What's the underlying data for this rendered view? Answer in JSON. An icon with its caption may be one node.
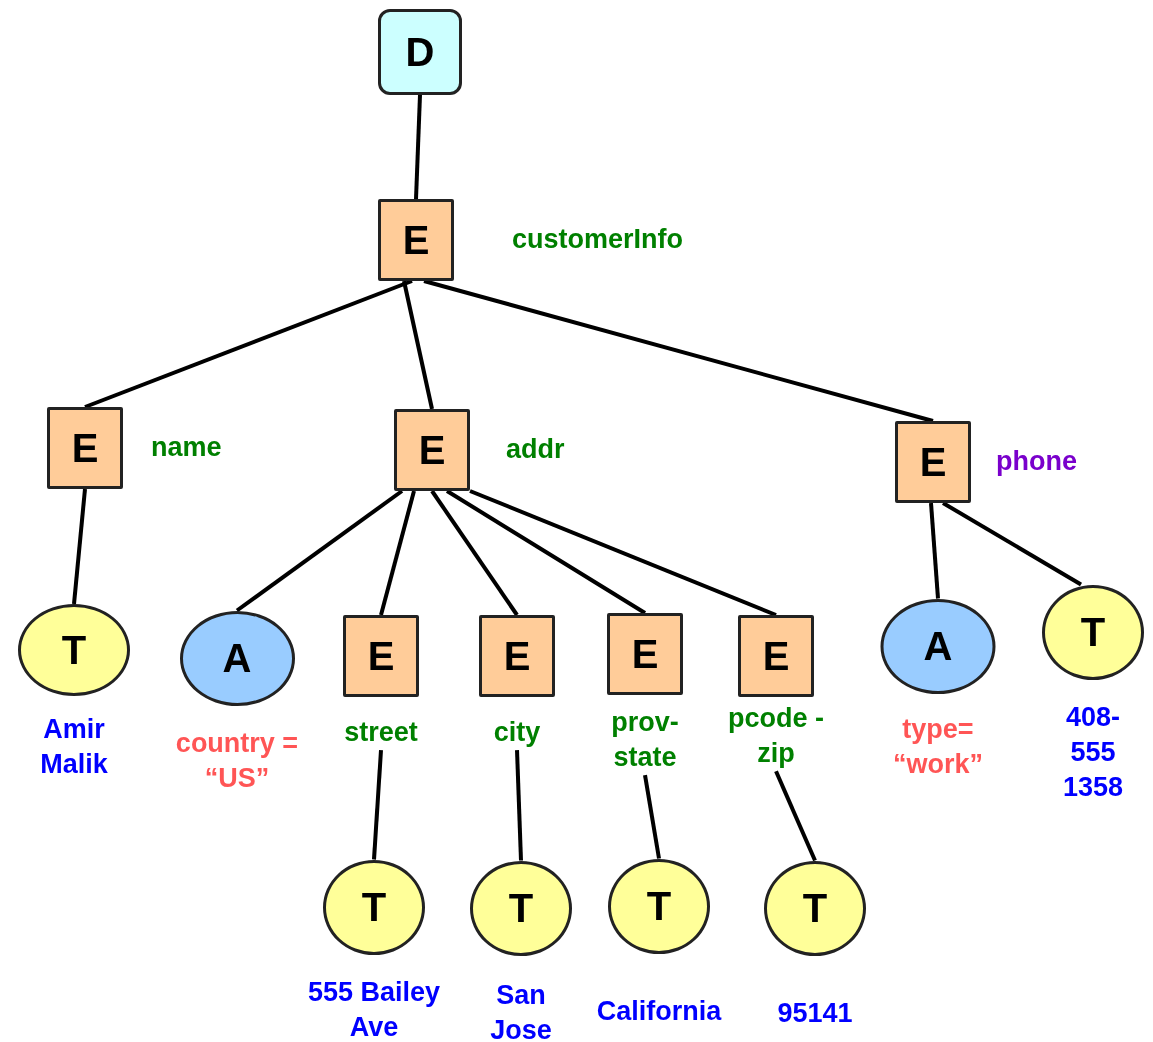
{
  "diagram": {
    "nodes": [
      {
        "text": [
          "D"
        ]
      },
      {
        "text": [
          "E"
        ],
        "beside": [
          "customerInfo"
        ]
      },
      {
        "text": [
          "E"
        ],
        "beside": [
          "name"
        ]
      },
      {
        "text": [
          "E"
        ],
        "beside": [
          "addr"
        ]
      },
      {
        "text": [
          "E"
        ],
        "beside": [
          "phone"
        ]
      },
      {
        "text": [
          "T"
        ],
        "beside": [
          "Amir Malik"
        ]
      },
      {
        "text": [
          "A"
        ],
        "beside": [
          "country = “US”"
        ]
      },
      {
        "text": [
          "E"
        ],
        "beside": [
          "street"
        ]
      },
      {
        "text": [
          "E"
        ],
        "beside": [
          "city"
        ]
      },
      {
        "text": [
          "E"
        ],
        "beside": [
          "prov- state"
        ]
      },
      {
        "text": [
          "E"
        ],
        "beside": [
          "pcode -zip"
        ]
      },
      {
        "text": [
          "A"
        ],
        "beside": [
          "type= “work”"
        ]
      },
      {
        "text": [
          "T"
        ],
        "beside": [
          "408- 555 1358"
        ]
      },
      {
        "text": [
          "T"
        ],
        "beside": [
          "555 Bailey Ave"
        ]
      },
      {
        "text": [
          "T"
        ],
        "beside": [
          "San Jose"
        ]
      },
      {
        "text": [
          "T"
        ],
        "beside": [
          "California"
        ]
      },
      {
        "text": [
          "T"
        ],
        "beside": [
          "95141"
        ]
      }
    ],
    "edges": [
      {
        "from": 0,
        "to": 1,
        "arrow": "none"
      },
      {
        "from": 1,
        "to": 2,
        "arrow": "none"
      },
      {
        "from": 1,
        "to": 3,
        "arrow": "none"
      },
      {
        "from": 1,
        "to": 4,
        "arrow": "none"
      },
      {
        "from": 2,
        "to": 5,
        "arrow": "none"
      },
      {
        "from": 3,
        "to": 6,
        "arrow": "none"
      },
      {
        "from": 3,
        "to": 7,
        "arrow": "none"
      },
      {
        "from": 3,
        "to": 8,
        "arrow": "none"
      },
      {
        "from": 3,
        "to": 9,
        "arrow": "none"
      },
      {
        "from": 3,
        "to": 10,
        "arrow": "none"
      },
      {
        "from": 4,
        "to": 11,
        "arrow": "none"
      },
      {
        "from": 4,
        "to": 12,
        "arrow": "none"
      },
      {
        "from": 7,
        "to": 13,
        "arrow": "none"
      },
      {
        "from": 8,
        "to": 14,
        "arrow": "none"
      },
      {
        "from": 9,
        "to": 15,
        "arrow": "none"
      },
      {
        "from": 10,
        "to": 16,
        "arrow": "none"
      }
    ]
  }
}
